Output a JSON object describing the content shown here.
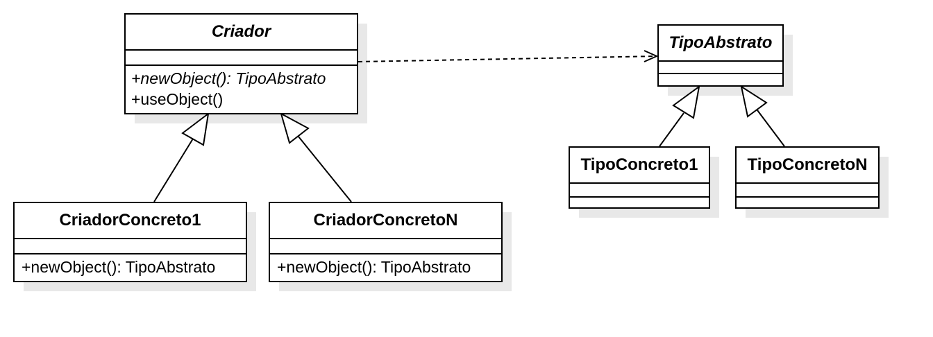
{
  "classes": {
    "criador": {
      "name": "Criador",
      "ops": [
        "+newObject(): TipoAbstrato",
        "+useObject()"
      ]
    },
    "criador_concreto_1": {
      "name": "CriadorConcreto1",
      "ops": [
        "+newObject(): TipoAbstrato"
      ]
    },
    "criador_concreto_n": {
      "name": "CriadorConcretoN",
      "ops": [
        "+newObject(): TipoAbstrato"
      ]
    },
    "tipo_abstrato": {
      "name": "TipoAbstrato"
    },
    "tipo_concreto_1": {
      "name": "TipoConcreto1"
    },
    "tipo_concreto_n": {
      "name": "TipoConcretoN"
    }
  },
  "relations": [
    {
      "type": "generalization",
      "from": "CriadorConcreto1",
      "to": "Criador"
    },
    {
      "type": "generalization",
      "from": "CriadorConcretoN",
      "to": "Criador"
    },
    {
      "type": "dependency",
      "from": "Criador",
      "to": "TipoAbstrato"
    },
    {
      "type": "generalization",
      "from": "TipoConcreto1",
      "to": "TipoAbstrato"
    },
    {
      "type": "generalization",
      "from": "TipoConcretoN",
      "to": "TipoAbstrato"
    }
  ],
  "colors": {
    "line": "#000000",
    "shadow": "#e8e8e8",
    "fill": "#ffffff"
  }
}
